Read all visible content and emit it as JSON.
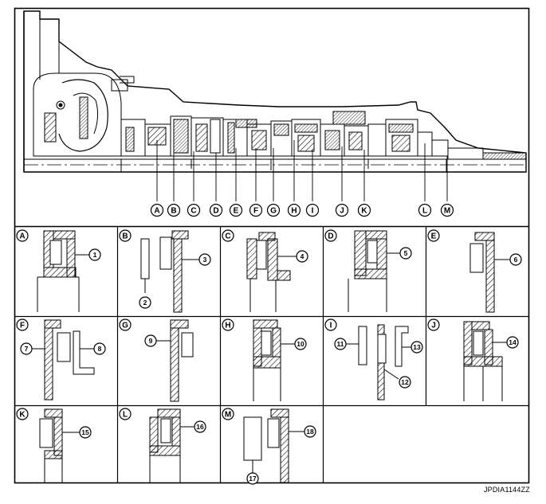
{
  "figure": {
    "id_code": "JPDIA1144ZZ",
    "section_letters": [
      "A",
      "B",
      "C",
      "D",
      "E",
      "F",
      "G",
      "H",
      "I",
      "J",
      "K",
      "L",
      "M"
    ],
    "panels": [
      {
        "letter": "A",
        "callouts": [
          "1"
        ]
      },
      {
        "letter": "B",
        "callouts": [
          "2",
          "3"
        ]
      },
      {
        "letter": "C",
        "callouts": [
          "4"
        ]
      },
      {
        "letter": "D",
        "callouts": [
          "5"
        ]
      },
      {
        "letter": "E",
        "callouts": [
          "6"
        ]
      },
      {
        "letter": "F",
        "callouts": [
          "7",
          "8"
        ]
      },
      {
        "letter": "G",
        "callouts": [
          "9"
        ]
      },
      {
        "letter": "H",
        "callouts": [
          "10"
        ]
      },
      {
        "letter": "I",
        "callouts": [
          "11",
          "12",
          "13"
        ]
      },
      {
        "letter": "J",
        "callouts": [
          "14"
        ]
      },
      {
        "letter": "K",
        "callouts": [
          "15"
        ]
      },
      {
        "letter": "L",
        "callouts": [
          "16"
        ]
      },
      {
        "letter": "M",
        "callouts": [
          "17",
          "18"
        ]
      }
    ]
  },
  "colors": {
    "line": "#000000",
    "fill": "#ffffff",
    "shade": "#dcdcdc"
  }
}
